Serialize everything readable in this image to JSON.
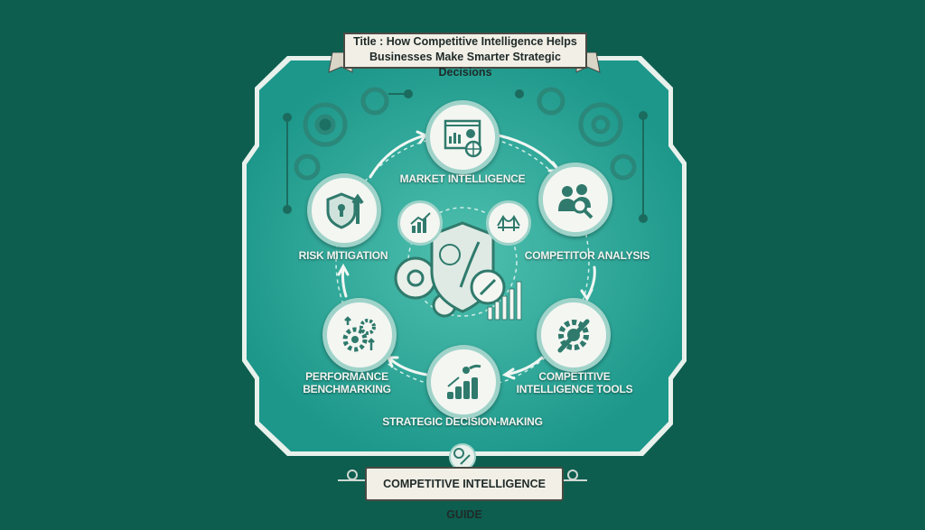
{
  "title": {
    "line1": "Title : How Competitive Intelligence Helps",
    "line2": "Businesses Make Smarter Strategic Decisions"
  },
  "cycle": [
    {
      "label": "MARKET INTELLIGENCE",
      "icon": "dashboard-chart-globe-icon"
    },
    {
      "label": "COMPETITOR ANALYSIS",
      "icon": "people-magnifier-icon"
    },
    {
      "label_line1": "COMPETITIVE",
      "label_line2": "INTELLIGENCE TOOLS",
      "icon": "gear-wrench-icon"
    },
    {
      "label": "STRATEGIC DECISION-MAKING",
      "icon": "coins-growth-icon"
    },
    {
      "label_line1": "PERFORMANCE",
      "label_line2": "BENCHMARKING",
      "icon": "gears-arrows-icon"
    },
    {
      "label": "RISK MITIGATION",
      "icon": "shield-lock-icon"
    }
  ],
  "footer": {
    "label": "COMPETITIVE INTELLIGENCE GUIDE"
  },
  "colors": {
    "background": "#0d5e4f",
    "panel": "#1f9e8e",
    "panel_center": "#45b8a8",
    "icon": "#2f7a6c",
    "banner": "#f1efe6"
  }
}
